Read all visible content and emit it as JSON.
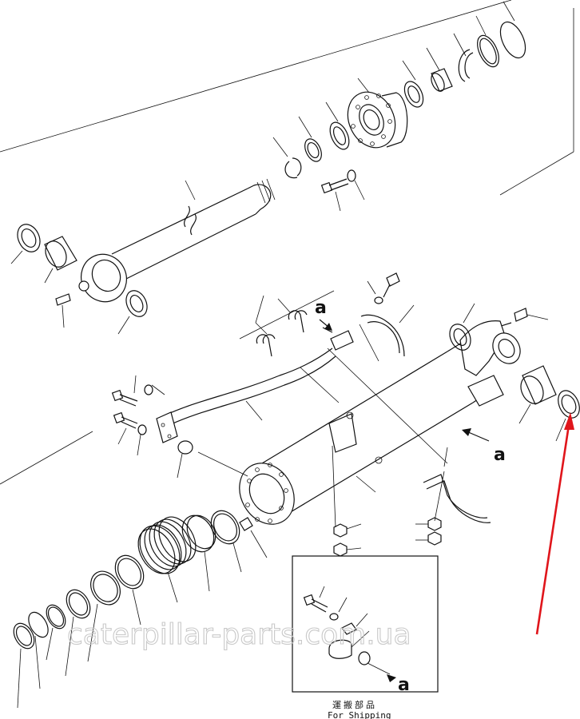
{
  "diagram": {
    "callout_label": "a",
    "inset": {
      "callout_label": "a",
      "caption_japanese": "運搬部品",
      "caption_english": "For Shipping"
    },
    "watermark": "caterpillar-parts.com.ua",
    "annotation_arrow_color": "#e0151b"
  }
}
